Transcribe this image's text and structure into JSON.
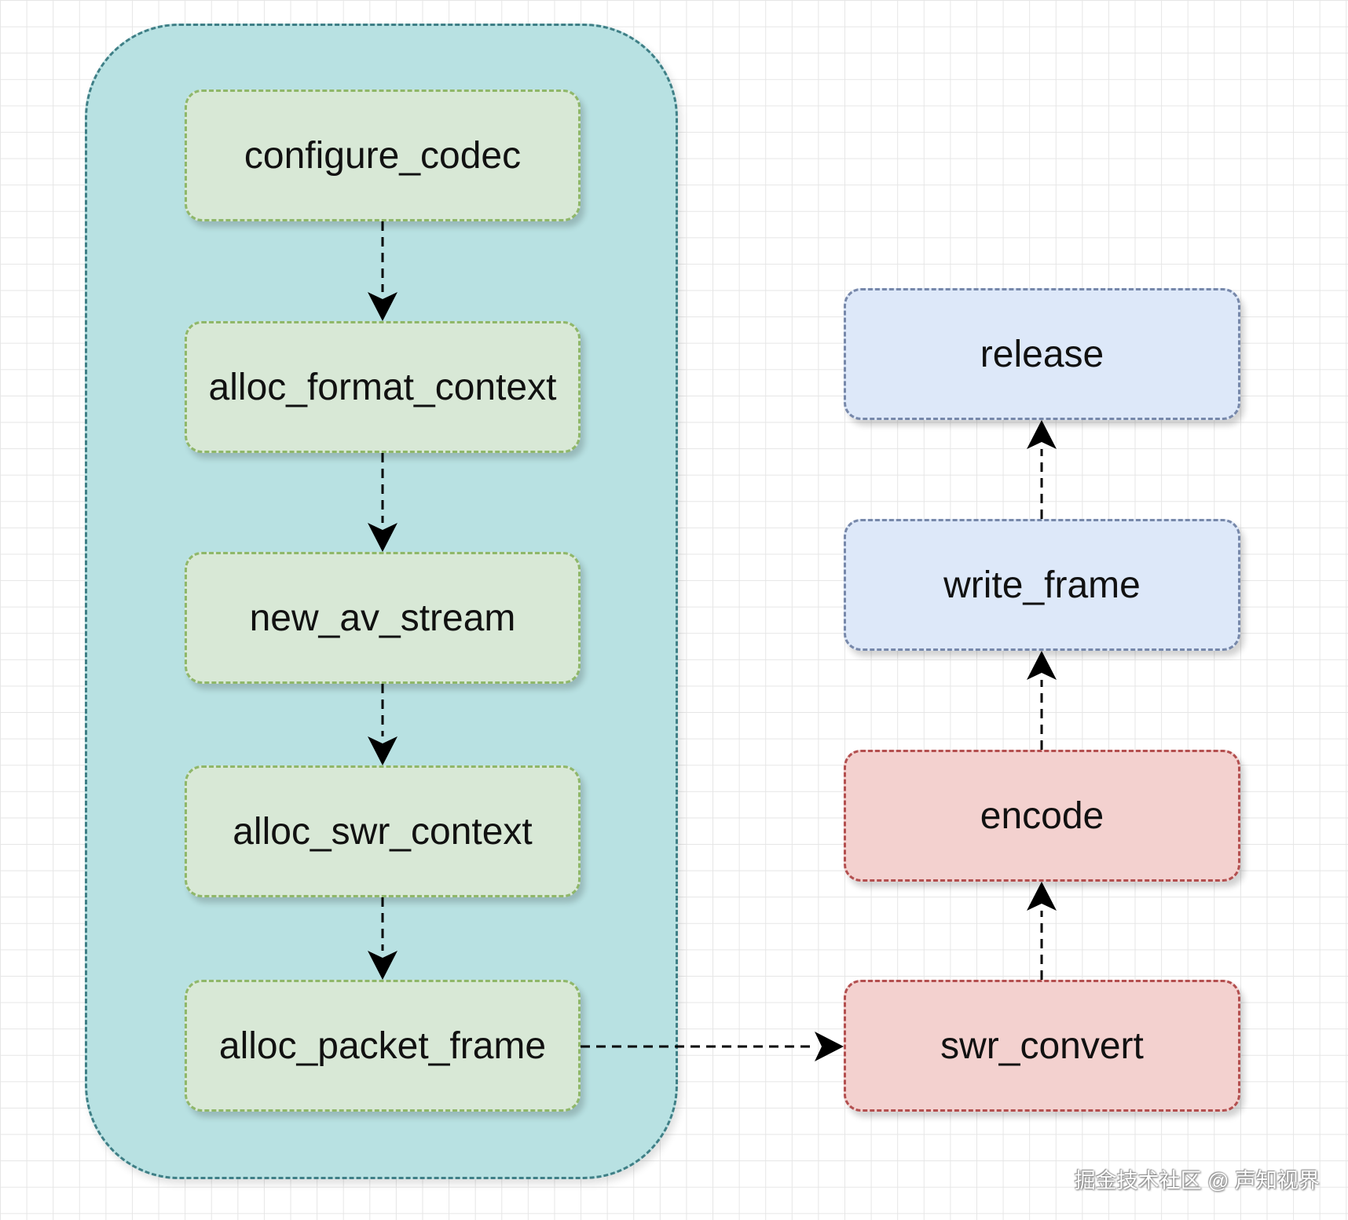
{
  "colors": {
    "group_fill": "#b8e1e2",
    "group_border": "#3f7f86",
    "green_fill": "#d8e8d6",
    "green_border": "#8fb769",
    "blue_fill": "#dde8f9",
    "blue_border": "#7788aa",
    "red_fill": "#f3d1cf",
    "red_border": "#b34f4f",
    "arrow": "#000000"
  },
  "nodes": {
    "configure_codec": "configure_codec",
    "alloc_format_context": "alloc_format_context",
    "new_av_stream": "new_av_stream",
    "alloc_swr_context": "alloc_swr_context",
    "alloc_packet_frame": "alloc_packet_frame",
    "swr_convert": "swr_convert",
    "encode": "encode",
    "write_frame": "write_frame",
    "release": "release"
  },
  "edges": [
    {
      "from": "configure_codec",
      "to": "alloc_format_context"
    },
    {
      "from": "alloc_format_context",
      "to": "new_av_stream"
    },
    {
      "from": "new_av_stream",
      "to": "alloc_swr_context"
    },
    {
      "from": "alloc_swr_context",
      "to": "alloc_packet_frame"
    },
    {
      "from": "alloc_packet_frame",
      "to": "swr_convert"
    },
    {
      "from": "swr_convert",
      "to": "encode"
    },
    {
      "from": "encode",
      "to": "write_frame"
    },
    {
      "from": "write_frame",
      "to": "release"
    }
  ],
  "watermark": "掘金技术社区 @ 声知视界"
}
